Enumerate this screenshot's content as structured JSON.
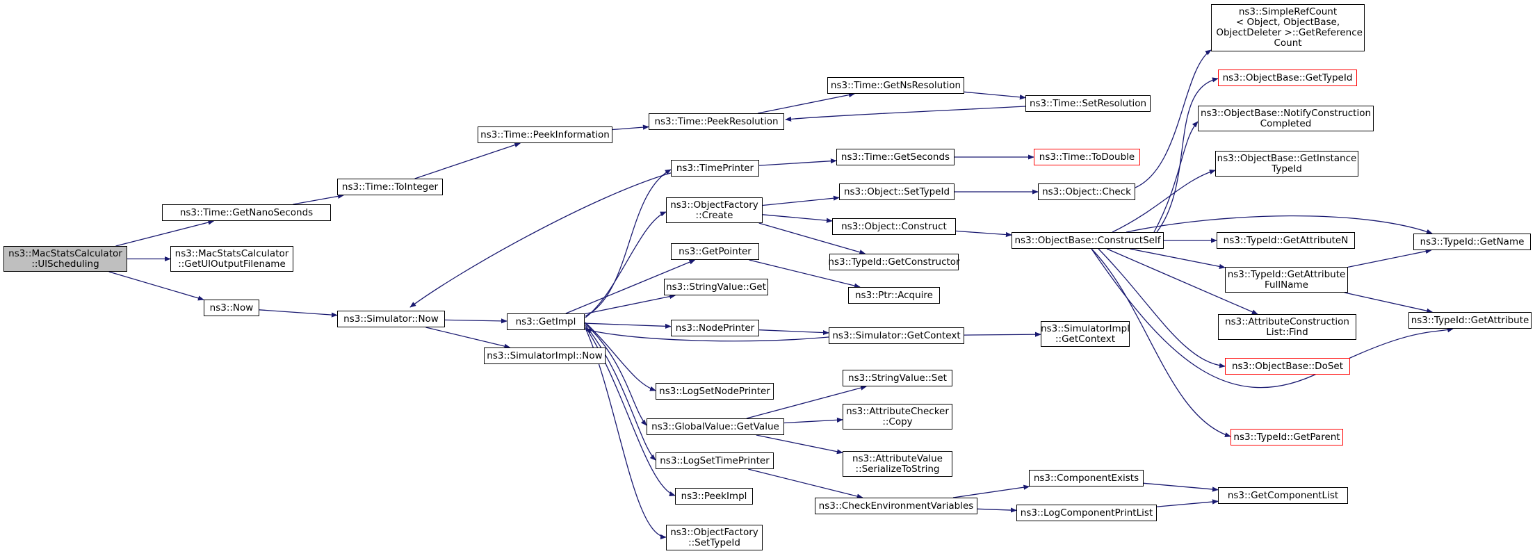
{
  "colors": {
    "edge": "#191970",
    "border": "#000000",
    "missing_border": "#ff0000",
    "root_fill": "#bfbfbf"
  },
  "nodes": {
    "n0": {
      "label": "ns3::MacStatsCalculator\n::UlScheduling",
      "style": "root"
    },
    "n1": {
      "label": "ns3::Time::GetNanoSeconds",
      "style": "normal"
    },
    "n2": {
      "label": "ns3::MacStatsCalculator\n::GetUlOutputFilename",
      "style": "normal"
    },
    "n3": {
      "label": "ns3::Now",
      "style": "normal"
    },
    "n4": {
      "label": "ns3::Time::ToInteger",
      "style": "normal"
    },
    "n5": {
      "label": "ns3::Time::PeekInformation",
      "style": "normal"
    },
    "n6": {
      "label": "ns3::Time::PeekResolution",
      "style": "normal"
    },
    "n7": {
      "label": "ns3::Time::GetNsResolution",
      "style": "normal"
    },
    "n8": {
      "label": "ns3::Time::SetResolution",
      "style": "normal"
    },
    "n9": {
      "label": "ns3::Simulator::Now",
      "style": "normal"
    },
    "n10": {
      "label": "ns3::GetImpl",
      "style": "normal"
    },
    "n11": {
      "label": "ns3::SimulatorImpl::Now",
      "style": "normal"
    },
    "n12": {
      "label": "ns3::TimePrinter",
      "style": "normal"
    },
    "n13": {
      "label": "ns3::ObjectFactory\n::Create",
      "style": "normal"
    },
    "n14": {
      "label": "ns3::GetPointer",
      "style": "normal"
    },
    "n15": {
      "label": "ns3::StringValue::Get",
      "style": "normal"
    },
    "n16": {
      "label": "ns3::NodePrinter",
      "style": "normal"
    },
    "n17": {
      "label": "ns3::LogSetNodePrinter",
      "style": "normal"
    },
    "n18": {
      "label": "ns3::GlobalValue::GetValue",
      "style": "normal"
    },
    "n19": {
      "label": "ns3::LogSetTimePrinter",
      "style": "normal"
    },
    "n20": {
      "label": "ns3::PeekImpl",
      "style": "normal"
    },
    "n21": {
      "label": "ns3::ObjectFactory\n::SetTypeId",
      "style": "normal"
    },
    "n22": {
      "label": "ns3::Time::GetSeconds",
      "style": "normal"
    },
    "n23": {
      "label": "ns3::Time::ToDouble",
      "style": "missing"
    },
    "n24": {
      "label": "ns3::Object::SetTypeId",
      "style": "normal"
    },
    "n25": {
      "label": "ns3::Object::Check",
      "style": "normal"
    },
    "n26": {
      "label": "ns3::Object::Construct",
      "style": "normal"
    },
    "n27": {
      "label": "ns3::ObjectBase::ConstructSelf",
      "style": "normal"
    },
    "n28": {
      "label": "ns3::TypeId::GetConstructor",
      "style": "normal"
    },
    "n29": {
      "label": "ns3::Ptr::Acquire",
      "style": "normal"
    },
    "n30": {
      "label": "ns3::Simulator::GetContext",
      "style": "normal"
    },
    "n31": {
      "label": "ns3::SimulatorImpl\n::GetContext",
      "style": "normal"
    },
    "n32": {
      "label": "ns3::StringValue::Set",
      "style": "normal"
    },
    "n33": {
      "label": "ns3::AttributeChecker\n::Copy",
      "style": "normal"
    },
    "n34": {
      "label": "ns3::AttributeValue\n::SerializeToString",
      "style": "normal"
    },
    "n35": {
      "label": "ns3::CheckEnvironmentVariables",
      "style": "normal"
    },
    "n36": {
      "label": "ns3::ComponentExists",
      "style": "normal"
    },
    "n37": {
      "label": "ns3::LogComponentPrintList",
      "style": "normal"
    },
    "n38": {
      "label": "ns3::GetComponentList",
      "style": "normal"
    },
    "n39": {
      "label": "ns3::SimpleRefCount\n< Object, ObjectBase,\n ObjectDeleter >::GetReference\nCount",
      "style": "normal"
    },
    "n40": {
      "label": "ns3::ObjectBase::GetTypeId",
      "style": "missing"
    },
    "n41": {
      "label": "ns3::ObjectBase::NotifyConstruction\nCompleted",
      "style": "normal"
    },
    "n42": {
      "label": "ns3::ObjectBase::GetInstance\nTypeId",
      "style": "normal"
    },
    "n43": {
      "label": "ns3::TypeId::GetAttributeN",
      "style": "normal"
    },
    "n44": {
      "label": "ns3::TypeId::GetAttribute\nFullName",
      "style": "normal"
    },
    "n45": {
      "label": "ns3::AttributeConstruction\nList::Find",
      "style": "normal"
    },
    "n46": {
      "label": "ns3::ObjectBase::DoSet",
      "style": "missing"
    },
    "n47": {
      "label": "ns3::TypeId::GetParent",
      "style": "missing"
    },
    "n48": {
      "label": "ns3::TypeId::GetName",
      "style": "normal"
    },
    "n49": {
      "label": "ns3::TypeId::GetAttribute",
      "style": "normal"
    }
  },
  "edges": [
    [
      "n0",
      "n1"
    ],
    [
      "n0",
      "n2"
    ],
    [
      "n0",
      "n3"
    ],
    [
      "n1",
      "n4"
    ],
    [
      "n4",
      "n5"
    ],
    [
      "n5",
      "n6"
    ],
    [
      "n6",
      "n7"
    ],
    [
      "n7",
      "n8"
    ],
    [
      "n8",
      "n6"
    ],
    [
      "n3",
      "n9"
    ],
    [
      "n9",
      "n10"
    ],
    [
      "n9",
      "n11"
    ],
    [
      "n10",
      "n12"
    ],
    [
      "n12",
      "n9"
    ],
    [
      "n12",
      "n22"
    ],
    [
      "n22",
      "n23"
    ],
    [
      "n10",
      "n13"
    ],
    [
      "n10",
      "n14"
    ],
    [
      "n10",
      "n15"
    ],
    [
      "n10",
      "n16"
    ],
    [
      "n10",
      "n17"
    ],
    [
      "n10",
      "n18"
    ],
    [
      "n10",
      "n19"
    ],
    [
      "n10",
      "n20"
    ],
    [
      "n10",
      "n21"
    ],
    [
      "n13",
      "n24"
    ],
    [
      "n13",
      "n26"
    ],
    [
      "n13",
      "n28"
    ],
    [
      "n24",
      "n25"
    ],
    [
      "n25",
      "n39"
    ],
    [
      "n26",
      "n27"
    ],
    [
      "n14",
      "n29"
    ],
    [
      "n16",
      "n30"
    ],
    [
      "n30",
      "n10"
    ],
    [
      "n30",
      "n31"
    ],
    [
      "n18",
      "n32"
    ],
    [
      "n18",
      "n33"
    ],
    [
      "n18",
      "n34"
    ],
    [
      "n19",
      "n35"
    ],
    [
      "n35",
      "n36"
    ],
    [
      "n35",
      "n37"
    ],
    [
      "n36",
      "n38"
    ],
    [
      "n37",
      "n38"
    ],
    [
      "n27",
      "n40"
    ],
    [
      "n27",
      "n41"
    ],
    [
      "n27",
      "n42"
    ],
    [
      "n27",
      "n48"
    ],
    [
      "n27",
      "n43"
    ],
    [
      "n27",
      "n44"
    ],
    [
      "n27",
      "n45"
    ],
    [
      "n27",
      "n46"
    ],
    [
      "n27",
      "n47"
    ],
    [
      "n27",
      "n49"
    ],
    [
      "n44",
      "n48"
    ],
    [
      "n44",
      "n49"
    ]
  ]
}
